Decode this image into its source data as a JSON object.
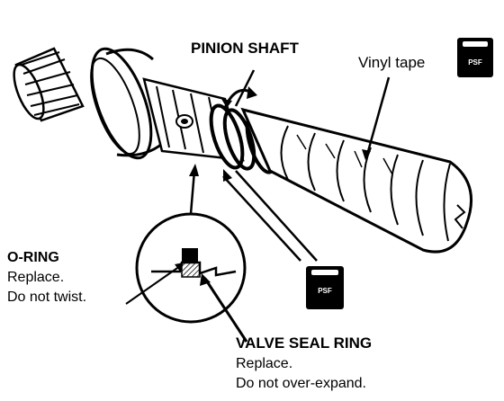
{
  "labels": {
    "pinion_shaft": "PINION SHAFT",
    "vinyl_tape": "Vinyl tape",
    "o_ring_title": "O-RING",
    "o_ring_note1": "Replace.",
    "o_ring_note2": "Do not twist.",
    "valve_seal_title": "VALVE SEAL RING",
    "valve_seal_note1": "Replace.",
    "valve_seal_note2": "Do not over-expand."
  },
  "badges": {
    "fluid_icon_text": "PSF",
    "colors": {
      "fill": "#000000",
      "text": "#ffffff"
    }
  },
  "icons": [
    "fluid-bottle-icon",
    "rotation-arrow-icon"
  ]
}
